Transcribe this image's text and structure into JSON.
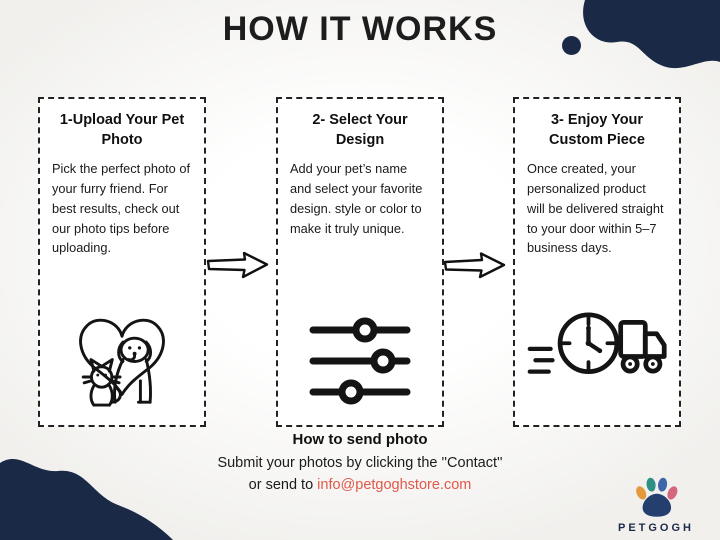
{
  "page": {
    "title": "HOW IT WORKS"
  },
  "steps": [
    {
      "heading": "1-Upload Your Pet Photo",
      "body": "Pick the perfect photo of your furry friend. For best results, check out our photo tips before uploading.",
      "icon": "dog-cat-heart-icon"
    },
    {
      "heading": "2- Select Your Design",
      "body": "Add your pet’s name and select your favorite design. style or color to make it truly unique.",
      "icon": "sliders-icon"
    },
    {
      "heading": "3- Enjoy Your Custom Piece",
      "body": "Once created, your personalized product will be delivered straight to your door within 5–7 business days.",
      "icon": "delivery-truck-clock-icon"
    }
  ],
  "footer": {
    "heading": "How to send photo",
    "line1": "Submit your photos by clicking the ''Contact''",
    "line2_prefix": "or send to ",
    "email": "info@petgoghstore.com"
  },
  "logo": {
    "name": "PETGOGH"
  },
  "colors": {
    "navy": "#1a2945",
    "email_accent": "#e2584a",
    "background": "#f1f0ed"
  }
}
